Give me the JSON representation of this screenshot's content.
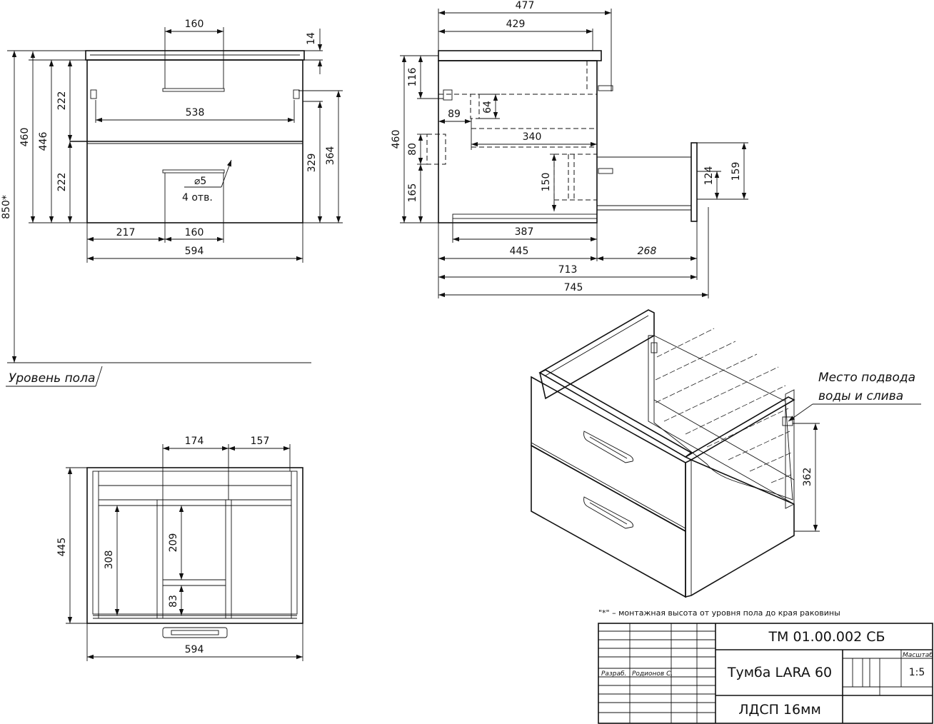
{
  "front_view": {
    "dims": {
      "handle_width_top": "160",
      "top_thickness": "14",
      "drawer_spacing": "538",
      "upper_drawer": "222",
      "lower_drawer": "222",
      "height_446": "446",
      "height_460": "460",
      "height_329": "329",
      "height_364": "364",
      "overall_850": "850*",
      "hole_diameter": "⌀5",
      "hole_count": "4 отв.",
      "offset_217": "217",
      "handle_width_bottom": "160",
      "width_594": "594"
    },
    "floor_label": "Уровень пола"
  },
  "side_view": {
    "dims": {
      "depth_477": "477",
      "depth_429": "429",
      "height_116": "116",
      "height_64": "64",
      "offset_89": "89",
      "depth_340": "340",
      "height_460": "460",
      "height_80": "80",
      "height_165": "165",
      "height_150": "150",
      "height_124": "124",
      "height_159": "159",
      "depth_387": "387",
      "depth_445": "445",
      "extension_268": "268",
      "depth_713": "713",
      "depth_745": "745"
    }
  },
  "top_view": {
    "dims": {
      "width_174": "174",
      "width_157": "157",
      "depth_445": "445",
      "depth_308": "308",
      "depth_209": "209",
      "depth_83": "83",
      "width_594": "594"
    }
  },
  "iso_view": {
    "callout_line1": "Место подвода",
    "callout_line2": "воды и слива",
    "dim_362": "362"
  },
  "footnote": "\"*\" – монтажная высота от уровня пола до края раковины",
  "title_block": {
    "doc_number": "ТМ 01.00.002 СБ",
    "title": "Тумба LARA 60",
    "material": "ЛДСП 16мм",
    "role": "Разраб.",
    "author": "Родионов С.",
    "scale_label": "Масштаб",
    "scale": "1:5"
  }
}
